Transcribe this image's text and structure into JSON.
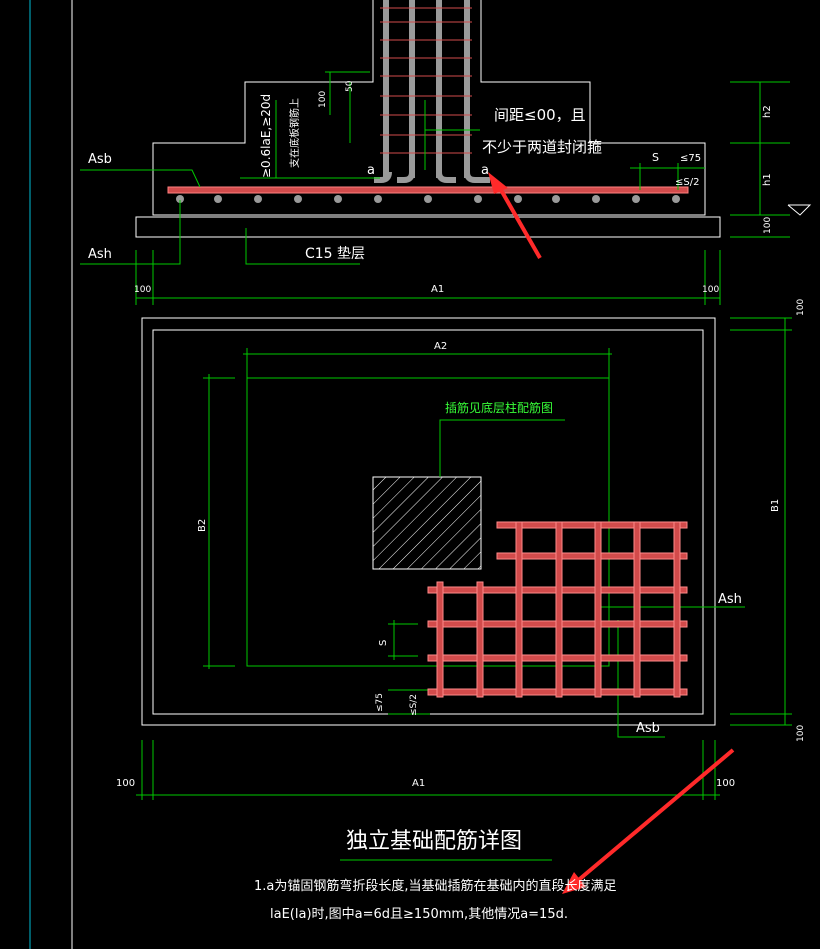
{
  "section": {
    "spacing_note_1": "间距≤00，且",
    "spacing_note_2": "不少于两道封闭箍",
    "anchor_note": "≥0.6laE,≥20d",
    "anchor_note_2": "支在底板钢筋上",
    "dim_50": "50",
    "dim_100_left": "100",
    "label_a_left": "a",
    "label_a_right": "a",
    "label_asb": "Asb",
    "label_ash": "Ash",
    "cushion": "C15  垫层",
    "dim_s": "S",
    "dim_le75": "≤75",
    "dim_les2": "≤S/2",
    "dim_h2": "h2",
    "dim_h1": "h1",
    "dim_100_right": "100",
    "dim_100_bl": "100",
    "dim_a1": "A1",
    "dim_100_br": "100"
  },
  "plan": {
    "dim_a2": "A2",
    "dim_b2": "B2",
    "dim_b1": "B1",
    "dim_100_tr": "100",
    "dim_100_brt": "100",
    "column_note": "插筋见底层柱配筋图",
    "label_ash": "Ash",
    "label_asb": "Asb",
    "dim_s": "S",
    "dim_le75": "≤75",
    "dim_les2": "≤S/2",
    "dim_100_left": "100",
    "dim_a1": "A1",
    "dim_100_right": "100"
  },
  "title": "独立基础配筋详图",
  "note_line1": "1.a为锚固钢筋弯折段长度,当基础插筋在基础内的直段长度满足",
  "note_line2": "laE(la)时,图中a=6d且≥150mm,其他情况a=15d.",
  "colors": {
    "background": "#000000",
    "outline": "#ffffff",
    "dimension": "#00c800",
    "rebar": "#d24b4b",
    "rebar_core": "#9a9a9a",
    "text": "#ffffff",
    "note_green": "#38ff38",
    "arrow": "#ff2a2a",
    "border_cyan": "#00bcd4"
  }
}
